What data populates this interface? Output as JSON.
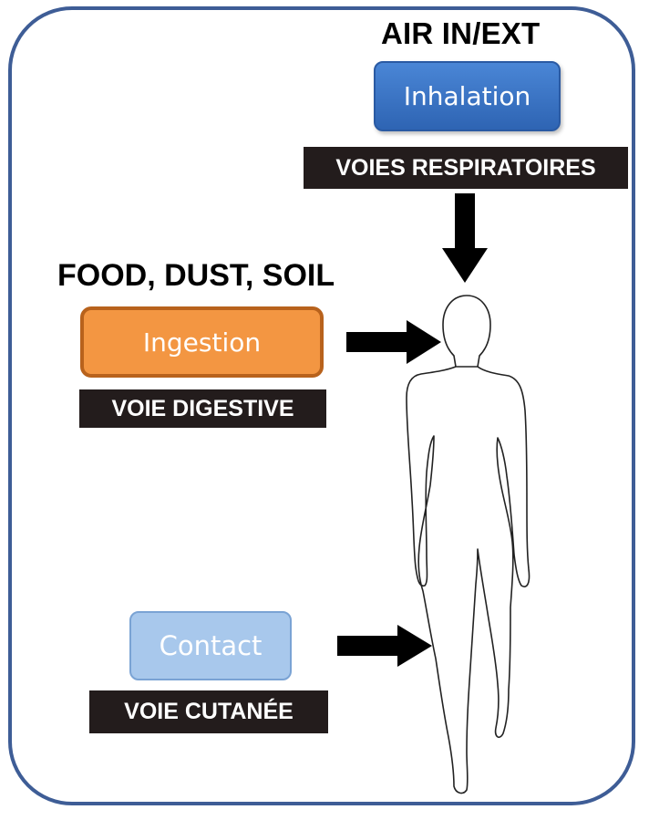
{
  "inhalation": {
    "source_label": "AIR IN/EXT",
    "route_label": "Inhalation",
    "pathway_label": "VOIES RESPIRATOIRES"
  },
  "ingestion": {
    "source_label": "FOOD, DUST, SOIL",
    "route_label": "Ingestion",
    "pathway_label": "VOIE DIGESTIVE"
  },
  "contact": {
    "route_label": "Contact",
    "pathway_label": "VOIE CUTANÉE"
  },
  "colors": {
    "frame_border": "#3e5d96",
    "inhalation_box": "#3a74c6",
    "ingestion_box": "#f39642",
    "ingestion_border": "#b8621c",
    "contact_box": "#a8c8ec",
    "pathway_band": "#231c1c",
    "arrow": "#000000"
  },
  "icons": {
    "human": "human-silhouette-icon",
    "arrow_down": "arrow-down-icon",
    "arrow_right": "arrow-right-icon"
  }
}
